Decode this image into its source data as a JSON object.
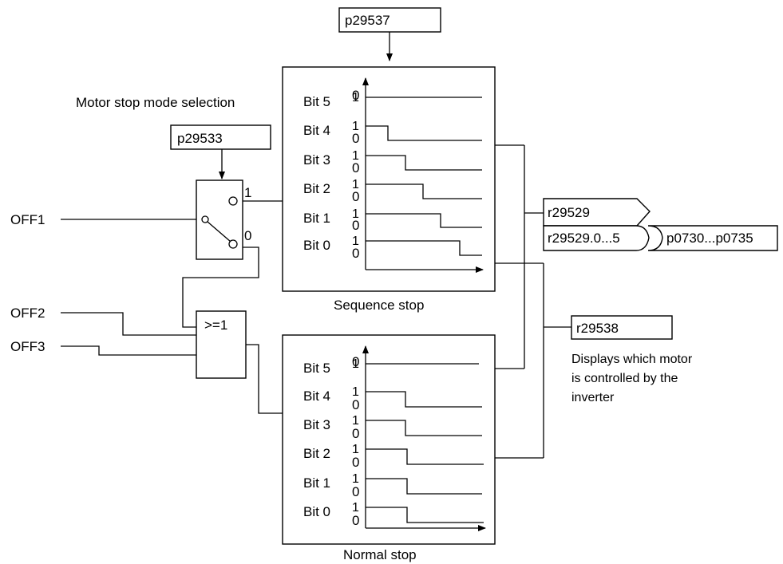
{
  "parameters": {
    "p29537": "p29537",
    "p29533": "p29533",
    "r29529": "r29529",
    "r29529_bits": "r29529.0...5",
    "p0730": "p0730...p0735",
    "r29538": "r29538"
  },
  "labels": {
    "motor_stop_mode": "Motor stop mode selection",
    "sequence_stop": "Sequence stop",
    "normal_stop": "Normal stop",
    "displays_line1": "Displays which motor",
    "displays_line2": "is controlled by the",
    "displays_line3": "inverter"
  },
  "inputs": {
    "off1": "OFF1",
    "off2": "OFF2",
    "off3": "OFF3"
  },
  "switch": {
    "pos1": "1",
    "pos0": "0"
  },
  "or_gate": {
    "label": ">=1"
  },
  "bits": [
    "Bit 5",
    "Bit 4",
    "Bit 3",
    "Bit 2",
    "Bit 1",
    "Bit 0"
  ],
  "levels": {
    "high": "1",
    "low": "0"
  }
}
